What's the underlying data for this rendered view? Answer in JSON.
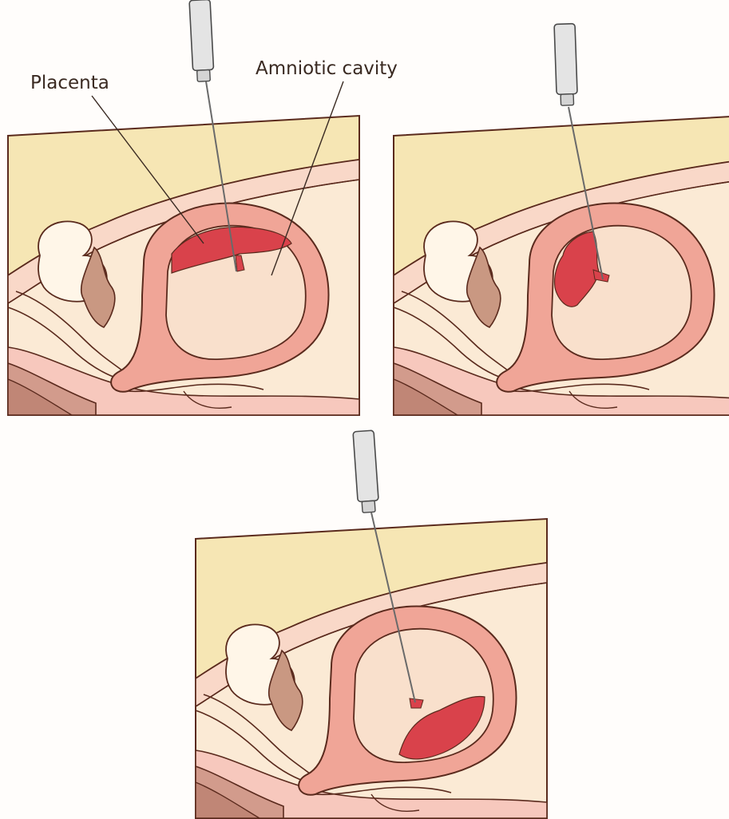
{
  "labels": {
    "placenta": "Placenta",
    "amniotic_cavity": "Amniotic cavity"
  },
  "colors": {
    "page_background": "#fffdfb",
    "abdominal_wall": "#f6e6b4",
    "fat_layer": "#f9d8c8",
    "soft_tissue": "#fbead5",
    "uterine_wall": "#f0a597",
    "amniotic_fluid": "#f9e0cc",
    "placenta": "#d9424b",
    "bladder_fill": "#c99882",
    "rectum": "#d29b8c",
    "pink_layer": "#f7c8bd",
    "outline": "#5a2a1d",
    "needle_hub": "#e4e4e4"
  },
  "icons": {
    "needle": "needle-icon"
  },
  "panels": [
    {
      "id": "top-left",
      "placenta_position": "anterior"
    },
    {
      "id": "top-right",
      "placenta_position": "posterior"
    },
    {
      "id": "bottom",
      "placenta_position": "fundal-posterior-low"
    }
  ]
}
